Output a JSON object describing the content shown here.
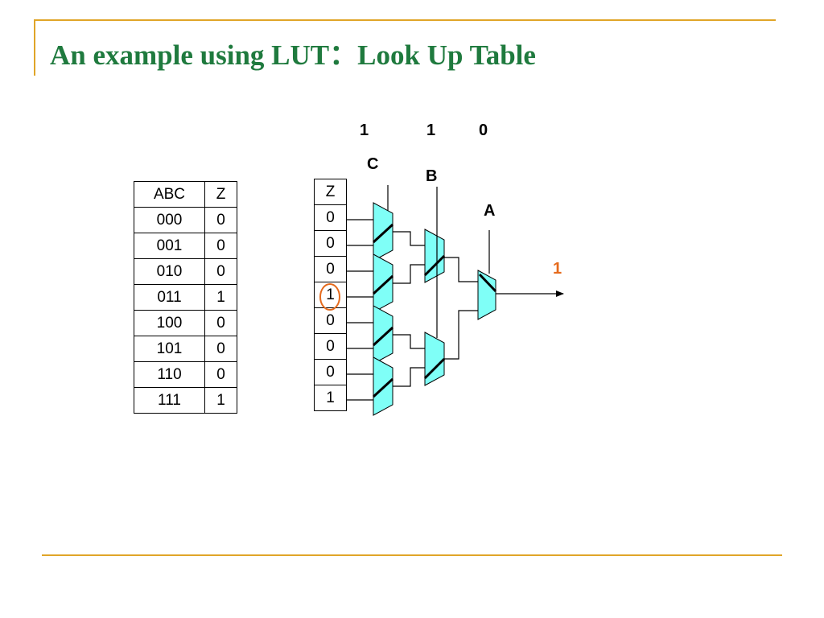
{
  "title": "An example using LUT：Look Up Table",
  "truth_table": {
    "headers": [
      "ABC",
      "Z"
    ],
    "rows": [
      [
        "000",
        "0"
      ],
      [
        "001",
        "0"
      ],
      [
        "010",
        "0"
      ],
      [
        "011",
        "1"
      ],
      [
        "100",
        "0"
      ],
      [
        "101",
        "0"
      ],
      [
        "110",
        "0"
      ],
      [
        "111",
        "1"
      ]
    ]
  },
  "lut": {
    "header": "Z",
    "values": [
      "0",
      "0",
      "0",
      "1",
      "0",
      "0",
      "0",
      "1"
    ],
    "highlighted_index": 3
  },
  "inputs": {
    "c_value": "1",
    "b_value": "1",
    "a_value": "0",
    "c_label": "C",
    "b_label": "B",
    "a_label": "A"
  },
  "output": {
    "value": "1"
  },
  "colors": {
    "title": "#1F7A3E",
    "frame": "#E0A528",
    "mux_fill": "#7FFFF7",
    "highlight": "#E56A1C"
  }
}
